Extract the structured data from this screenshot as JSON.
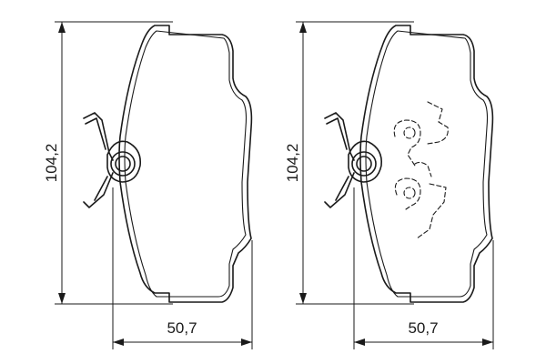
{
  "views": [
    {
      "name": "pad-left",
      "height_label": "104,2",
      "width_label": "50,7"
    },
    {
      "name": "pad-right",
      "height_label": "104,2",
      "width_label": "50,7"
    }
  ],
  "colors": {
    "line": "#1a1a1a",
    "background": "#ffffff"
  }
}
